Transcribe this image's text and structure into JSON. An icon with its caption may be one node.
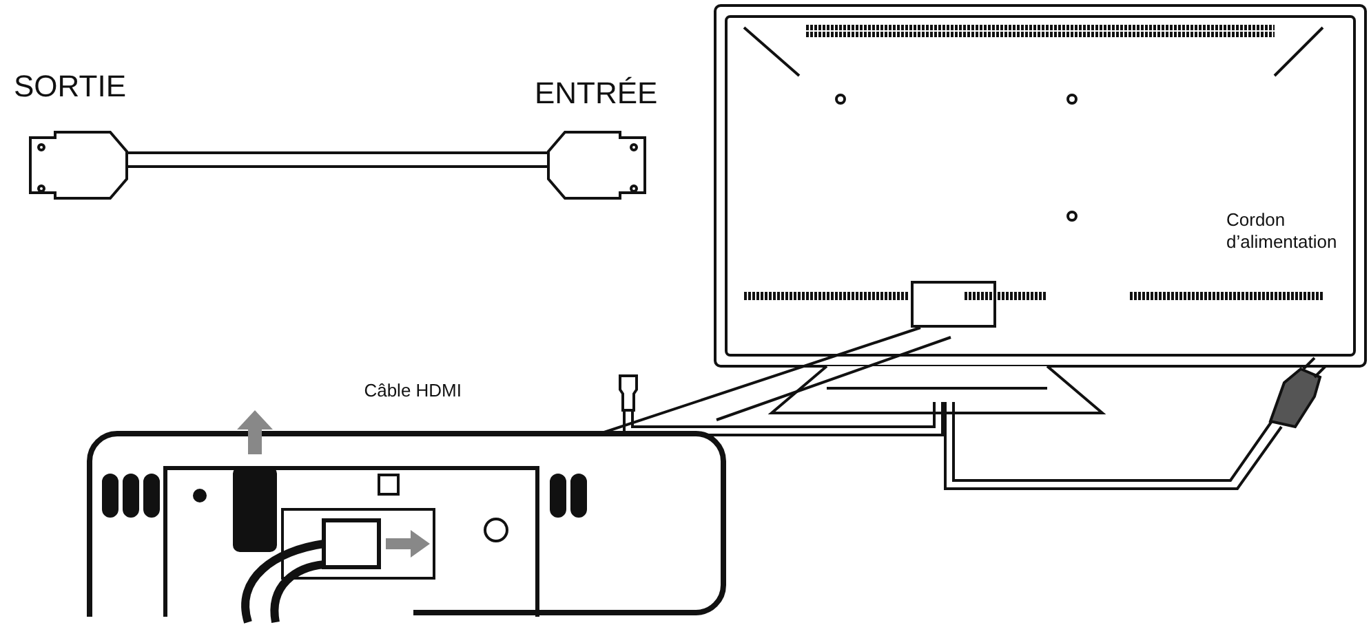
{
  "diagram": {
    "labels": [
      "SORTIE",
      "ENTRÉE",
      "Câble HDMI",
      "Cordon d’alimentation"
    ]
  }
}
